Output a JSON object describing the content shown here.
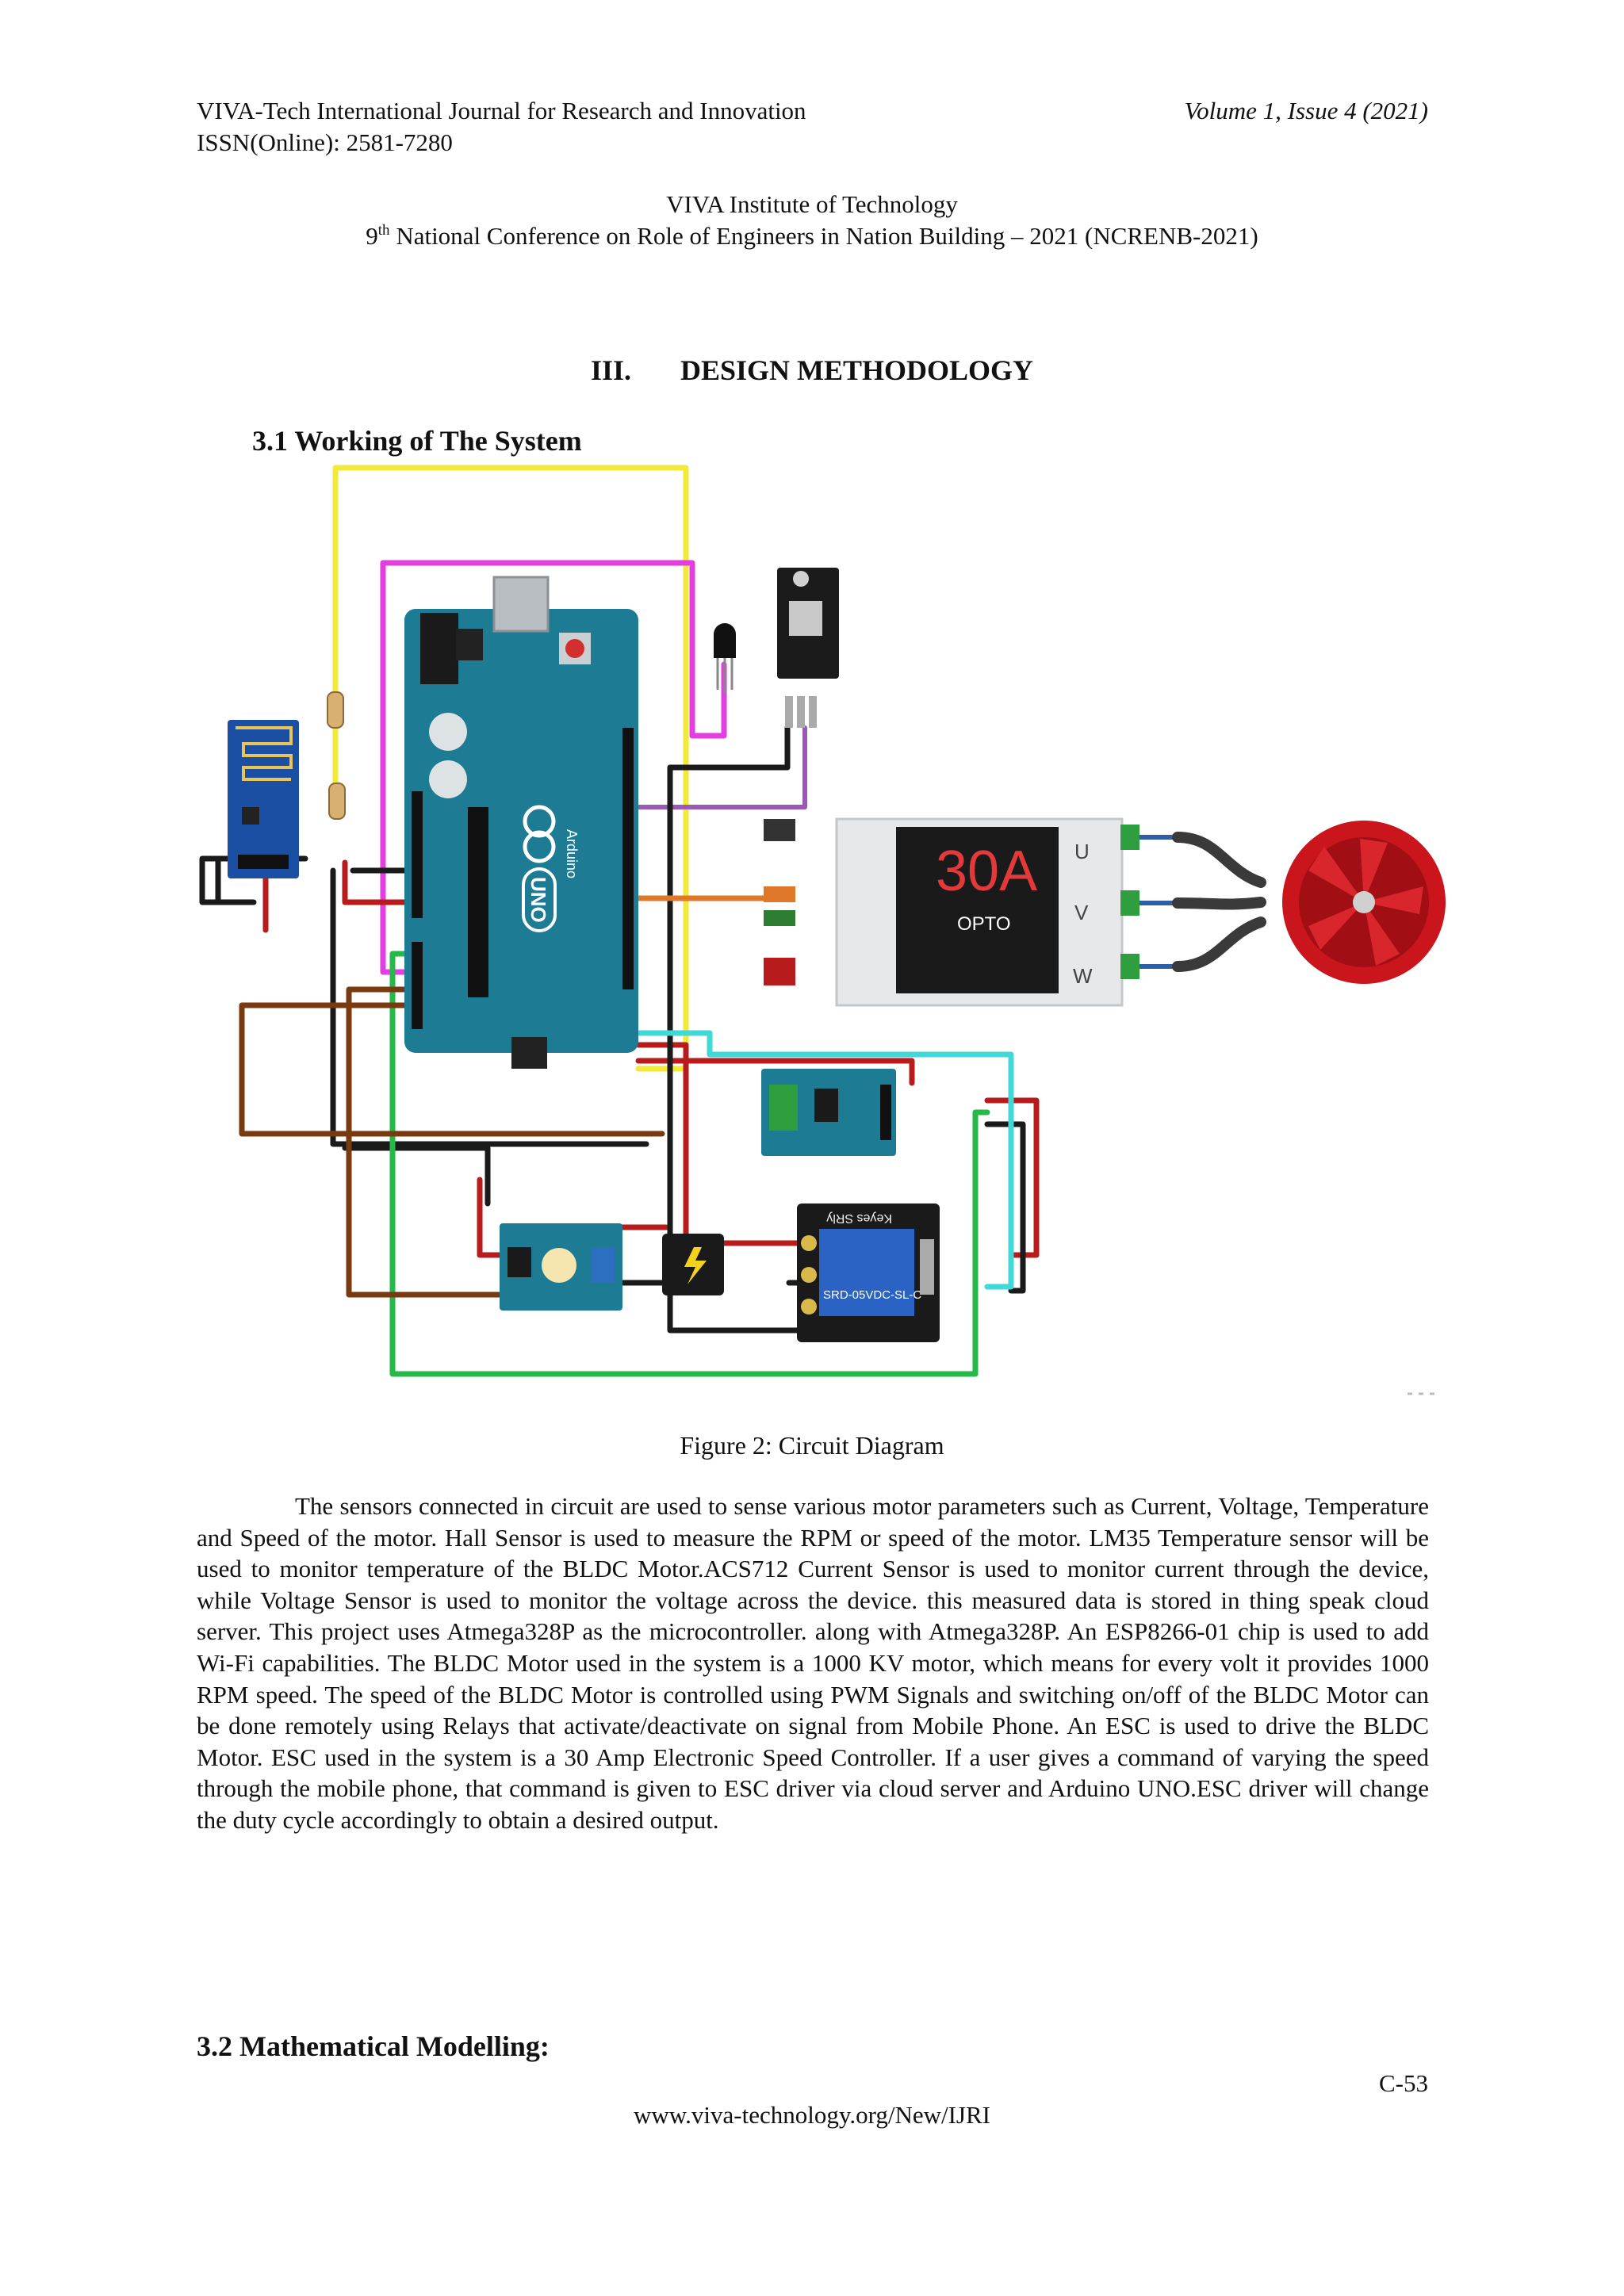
{
  "header": {
    "journal": "VIVA-Tech International Journal for Research and Innovation",
    "volume": "Volume 1, Issue 4 (2021)",
    "issn": "ISSN(Online): 2581-7280",
    "institute": "VIVA Institute of Technology",
    "conference_ordinal": "9",
    "conference_sup": "th",
    "conference_rest": " National Conference on Role of Engineers in Nation Building – 2021 (NCRENB-2021)"
  },
  "section": {
    "number": "III.",
    "title": "DESIGN METHODOLOGY"
  },
  "subsection_1": "3.1 Working of The System",
  "figure": {
    "caption": "Figure 2: Circuit Diagram",
    "esc_rating": "30A",
    "esc_label": "OPTO",
    "phase_u": "U",
    "phase_v": "V",
    "phase_w": "W",
    "arduino_brand": "Arduino",
    "arduino_model": "UNO",
    "relay_brand": "Keyes SRly",
    "relay_part": "SRD-05VDC-SL-C"
  },
  "body_text": "The sensors connected in circuit are used to sense various motor parameters such as Current, Voltage, Temperature and Speed of the motor. Hall Sensor is used to measure the RPM or speed of the motor. LM35 Temperature sensor will be used to monitor temperature of the BLDC Motor.ACS712 Current Sensor is used to monitor current through the device, while Voltage Sensor is used to monitor the voltage across the device. this measured data is stored in thing speak cloud server. This project uses Atmega328P as the microcontroller. along with Atmega328P. An ESP8266-01 chip is used to add Wi-Fi capabilities. The BLDC Motor used in the system is a 1000 KV motor, which means for every volt it provides 1000 RPM speed. The speed of the BLDC Motor is controlled using PWM Signals and switching on/off of the BLDC Motor can be done remotely using Relays that activate/deactivate on signal from Mobile Phone. An ESC is used to drive the BLDC Motor. ESC used in the system is a 30 Amp Electronic Speed Controller. If a user gives a command of varying the speed through the mobile phone, that command is given to ESC driver via cloud server and Arduino UNO.ESC driver will change the duty cycle accordingly to obtain a desired output.",
  "subsection_2": "3.2 Mathematical Modelling:",
  "footer": {
    "page_number": "C-53",
    "url": "www.viva-technology.org/New/IJRI"
  },
  "colors": {
    "arduino_board": "#1d7b93",
    "esc_body": "#e6e8ea",
    "esc_text": "#e23a3a",
    "motor": "#c9151b",
    "wire_yellow": "#f2e93a",
    "wire_magenta": "#e23ee0",
    "wire_red": "#b81b1b",
    "wire_black": "#1a1a1a",
    "wire_green": "#27b84a",
    "wire_cyan": "#42d8d8",
    "wire_brown": "#7a3a10",
    "wire_olive": "#9a7a3a"
  }
}
